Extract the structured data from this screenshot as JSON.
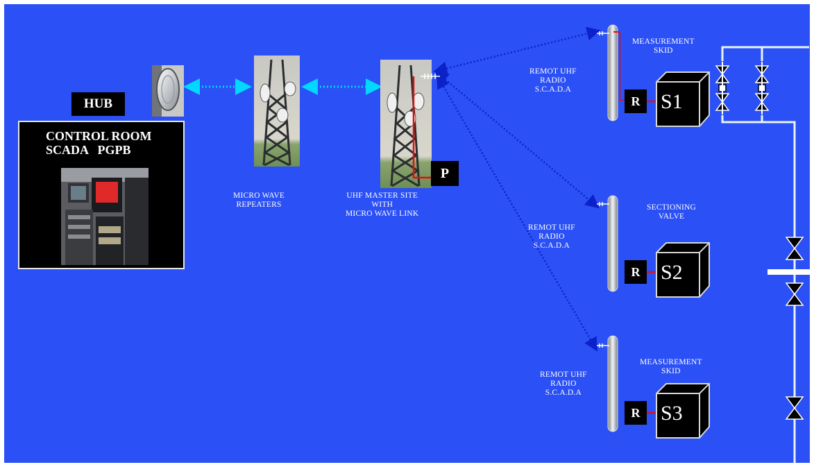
{
  "hub": {
    "label": "HUB"
  },
  "control_room": {
    "line1": "CONTROL ROOM",
    "line2": "SCADA   PGPB"
  },
  "microwave_repeaters": {
    "line1": "MICRO WAVE",
    "line2": "REPEATERS"
  },
  "uhf_master": {
    "line1": "UHF MASTER SITE",
    "line2": "WITH",
    "line3": "MICRO WAVE LINK",
    "tag": "P"
  },
  "remote1": {
    "line1": "REMOT UHF",
    "line2": "RADIO",
    "line3": "S.C.A.D.A",
    "tag": "R",
    "skid": "S1",
    "caption1": "MEASUREMENT",
    "caption2": "SKID"
  },
  "remote2": {
    "line1": "REMOT UHF",
    "line2": "RADIO",
    "line3": "S.C.A.D.A",
    "tag": "R",
    "skid": "S2",
    "caption1": "SECTIONING",
    "caption2": "VALVE"
  },
  "remote3": {
    "line1": "REMOT UHF",
    "line2": "RADIO",
    "line3": "S.C.A.D.A",
    "tag": "R",
    "skid": "S3",
    "caption1": "MEASUREMENT",
    "caption2": "SKID"
  },
  "colors": {
    "background": "#2b50f5",
    "microwave_link": "#00d8ff",
    "uhf_link": "#0a22c8",
    "signal_wire": "#e01010",
    "pipeline": "#e8f4ff"
  }
}
